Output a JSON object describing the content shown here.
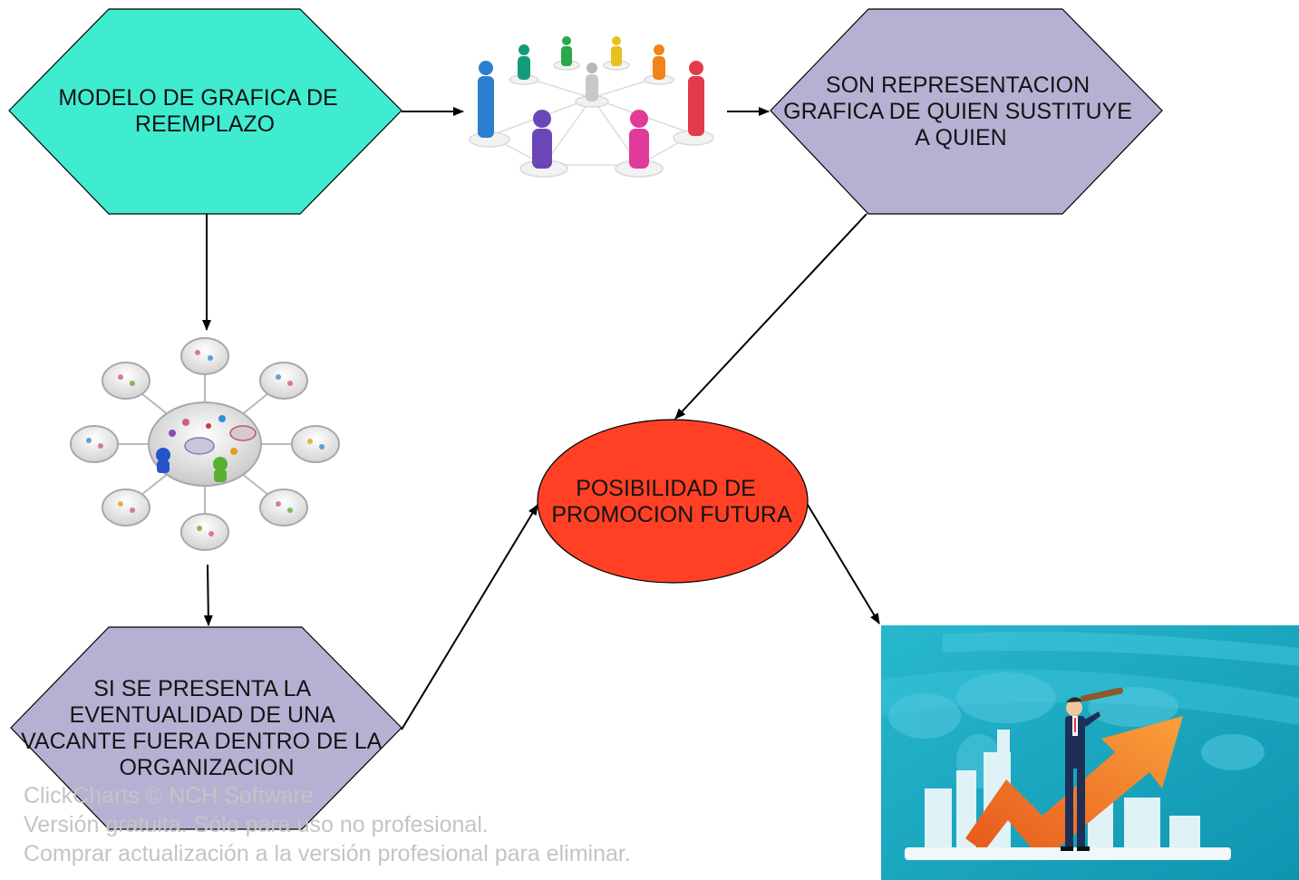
{
  "nodes": {
    "modelo": {
      "lines": [
        "MODELO DE GRAFICA DE",
        "REEMPLAZO"
      ],
      "fill": "#40ecd0"
    },
    "son": {
      "lines": [
        "SON REPRESENTACION",
        "GRAFICA DE QUIEN SUSTITUYE",
        "A QUIEN"
      ],
      "fill": "#b7b0d3"
    },
    "si": {
      "lines": [
        "SI SE PRESENTA LA",
        "EVENTUALIDAD DE UNA",
        "VACANTE FUERA DENTRO DE LA",
        "ORGANIZACION"
      ],
      "fill": "#b7b0d3"
    },
    "posibilidad": {
      "lines": [
        "POSIBILIDAD DE",
        "PROMOCION FUTURA"
      ],
      "fill": "#ff4025"
    }
  },
  "images": {
    "people_ring": {
      "icon": "people-network-icon"
    },
    "network_hub": {
      "icon": "network-hub-icon"
    },
    "vision_growth": {
      "icon": "businessman-telescope-growth-icon"
    }
  },
  "watermark": {
    "line1": "ClickCharts © NCH Software",
    "line2": "Versión gratuita. Sólo para uso no profesional.",
    "line3": "Comprar actualización a la versión profesional para eliminar."
  },
  "colors": {
    "teal_hex": "#40ecd0",
    "lavender_hex": "#b7b0d3",
    "red_ellipse": "#ff4025",
    "growth_bg": "#1aa6c0",
    "arrow": "#000000"
  }
}
